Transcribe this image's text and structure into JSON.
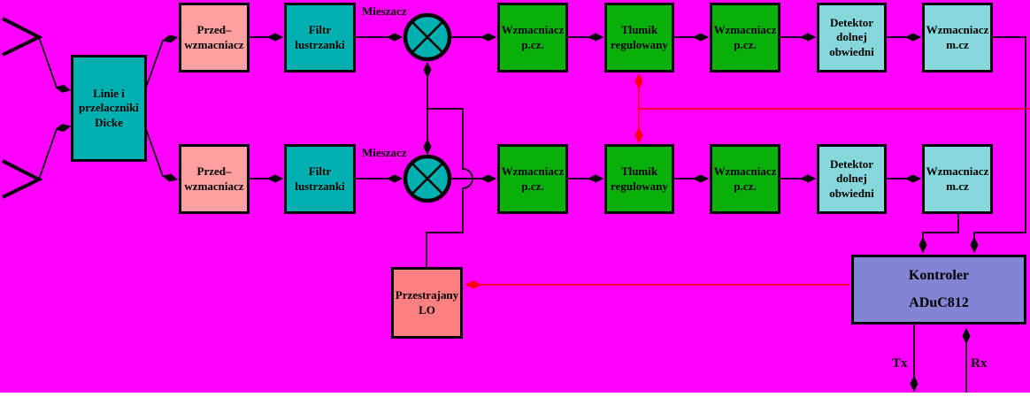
{
  "diagram": {
    "background_color": "#ff00ff",
    "wire_colors": {
      "signal": "#000000",
      "control": "#ff0000"
    },
    "block_colors": {
      "dicke_teal": "#00b0b0",
      "preamp_pink": "#ffa0a0",
      "amp_green": "#0ab00a",
      "detector_ltblue": "#87d8dc",
      "lo_salmon": "#ff8080",
      "controller_purple": "#8484d4"
    },
    "blocks": {
      "dicke": {
        "lines": [
          "Linie i",
          "przelaczniki",
          "Dicke"
        ]
      },
      "preamp_top": {
        "lines": [
          "Przed–",
          "wzmacniacz"
        ]
      },
      "preamp_bot": {
        "lines": [
          "Przed–",
          "wzmacniacz"
        ]
      },
      "filter_top": {
        "lines": [
          "Filtr",
          "lustrzanki"
        ]
      },
      "filter_bot": {
        "lines": [
          "Filtr",
          "lustrzanki"
        ]
      },
      "ifamp1_top": {
        "lines": [
          "Wzmacniacz",
          "p.cz."
        ]
      },
      "ifamp1_bot": {
        "lines": [
          "Wzmacniacz",
          "p.cz."
        ]
      },
      "atten_top": {
        "lines": [
          "Tlumik",
          "regulowany"
        ]
      },
      "atten_bot": {
        "lines": [
          "Tlumik",
          "regulowany"
        ]
      },
      "ifamp2_top": {
        "lines": [
          "Wzmacniacz",
          "p.cz."
        ]
      },
      "ifamp2_bot": {
        "lines": [
          "Wzmacniacz",
          "p.cz."
        ]
      },
      "detector_top": {
        "lines": [
          "Detektor",
          "dolnej",
          "obwiedni"
        ]
      },
      "detector_bot": {
        "lines": [
          "Detektor",
          "dolnej",
          "obwiedni"
        ]
      },
      "afamp_top": {
        "lines": [
          "Wzmacniacz",
          "m.cz"
        ]
      },
      "afamp_bot": {
        "lines": [
          "Wzmacniacz",
          "m.cz"
        ]
      },
      "lo": {
        "lines": [
          "Przestrajany",
          "LO"
        ]
      },
      "controller": {
        "lines": [
          "Kontroler",
          "ADuC812"
        ]
      }
    },
    "labels": {
      "mixer_top": "Mieszacz",
      "mixer_bot": "Mieszacz",
      "tx": "Tx",
      "rx": "Rx"
    }
  }
}
